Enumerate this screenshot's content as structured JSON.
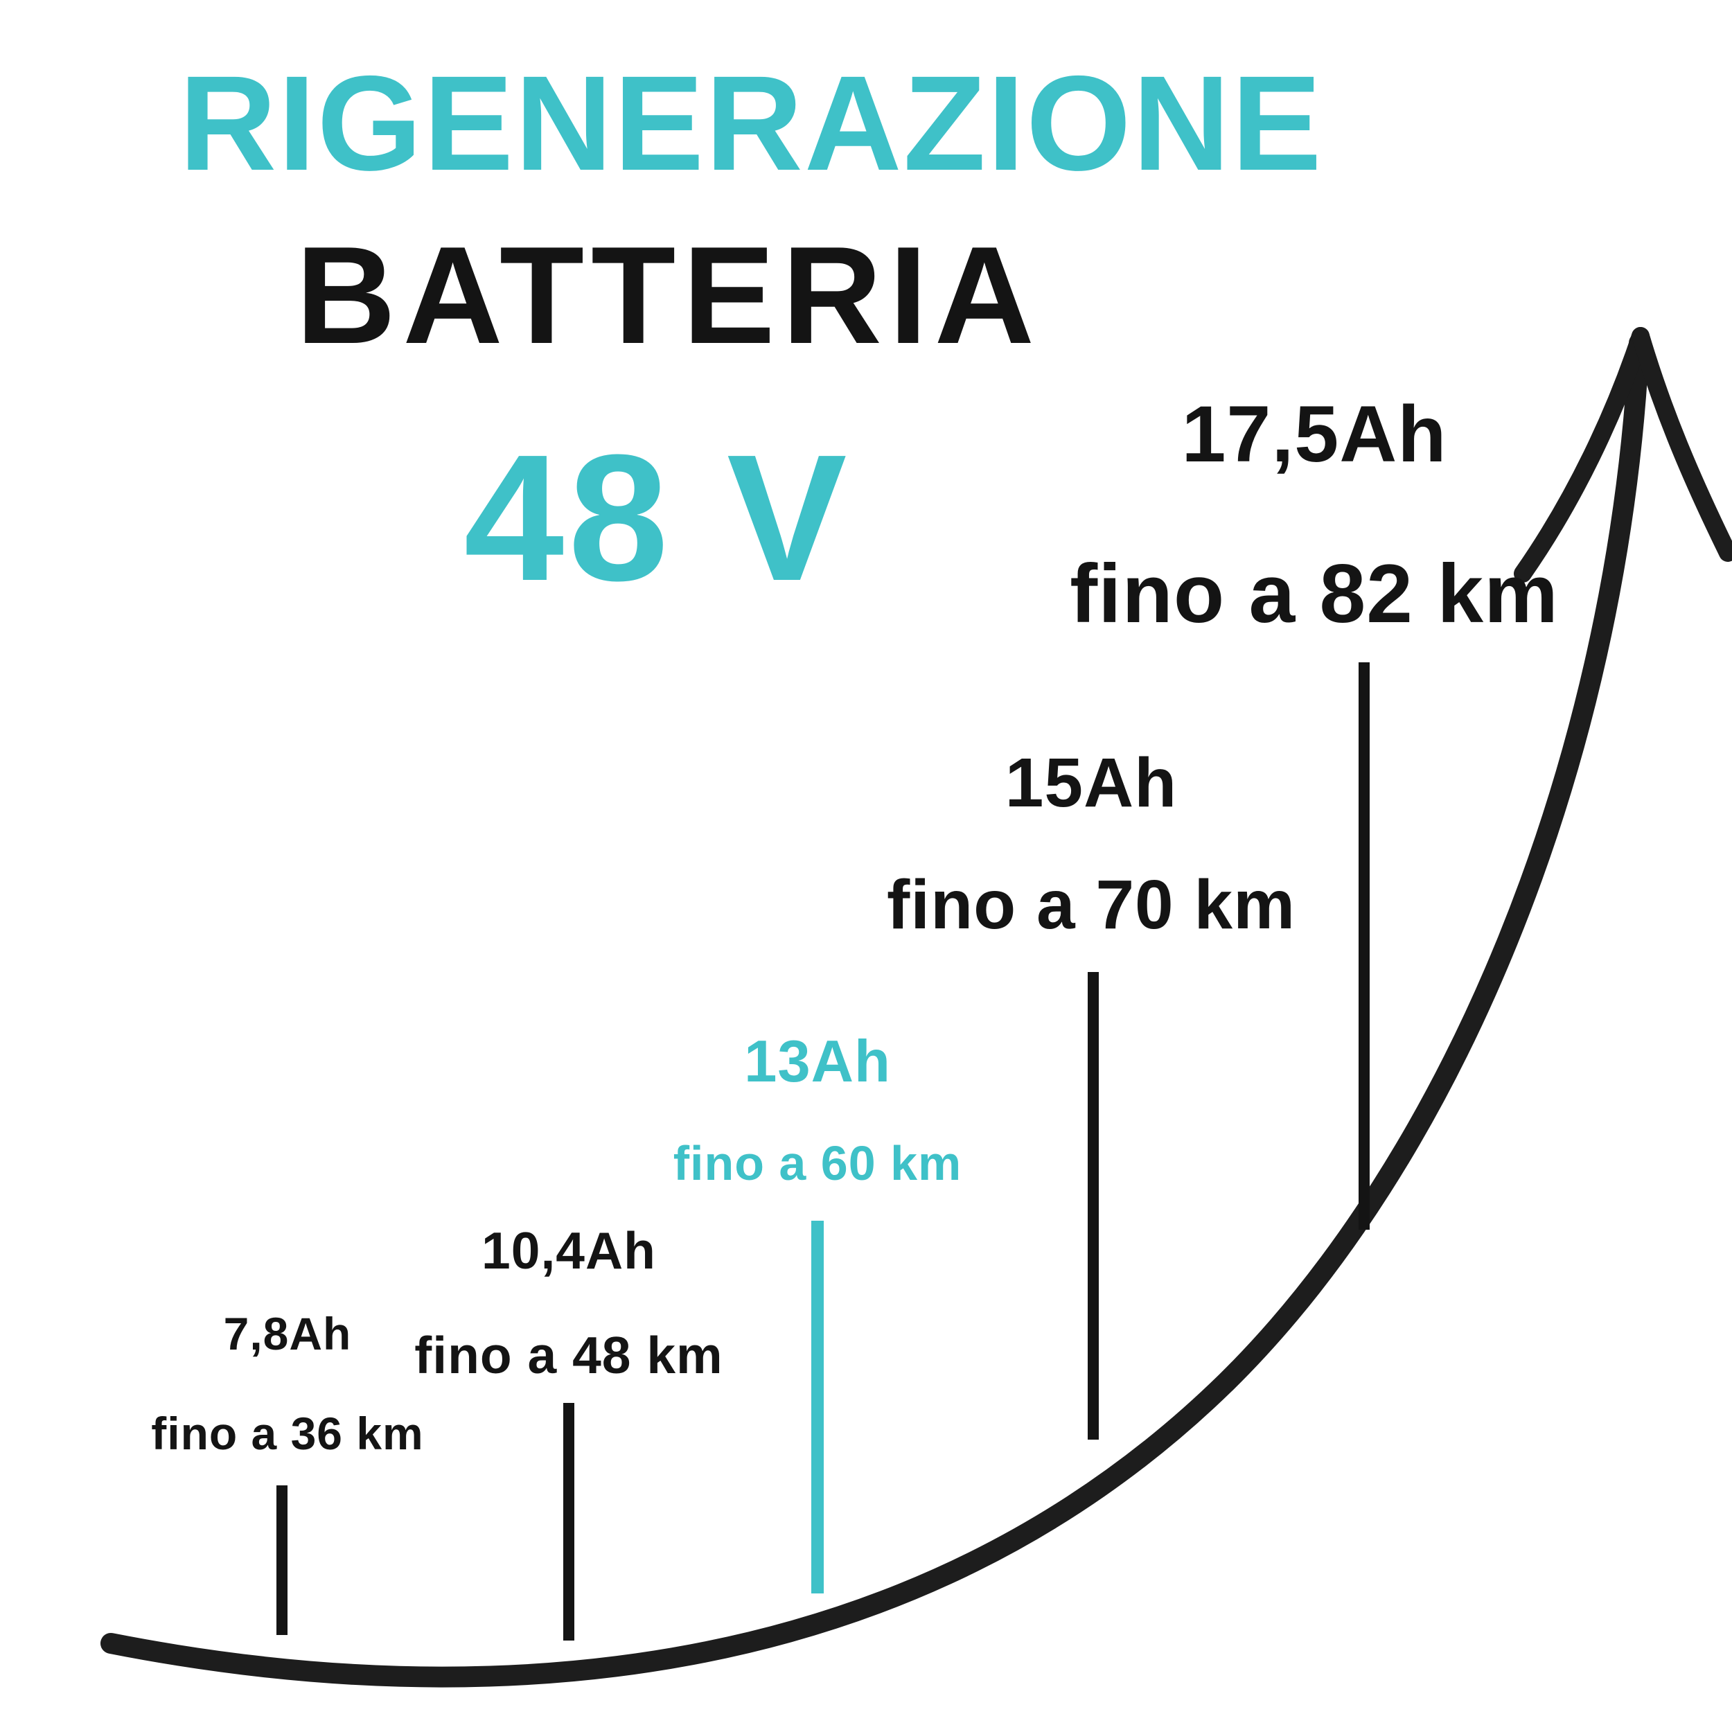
{
  "title": {
    "brand_line": "RIGENERAZIONE",
    "subject_line": "BATTERIA",
    "voltage": "48 V"
  },
  "colors": {
    "accent": "#3FC1C8",
    "ink": "#141414",
    "background": "#FFFFFF"
  },
  "chart_data": {
    "type": "line",
    "title": "RIGENERAZIONE BATTERIA 48 V",
    "categories": [
      "7,8Ah",
      "10,4Ah",
      "13Ah",
      "15Ah",
      "17,5Ah"
    ],
    "values": [
      36,
      48,
      60,
      70,
      82
    ],
    "annotations": [
      "fino a 36 km",
      "fino a 48 km",
      "fino a 60 km",
      "fino a 70 km",
      "fino a 82 km"
    ],
    "highlighted_point": "13Ah",
    "style": "ascending-arrow-infographic",
    "grid": false,
    "legend": false
  },
  "steps": [
    {
      "capacity": "7,8Ah",
      "range": "fino a 36 km",
      "highlight": false
    },
    {
      "capacity": "10,4Ah",
      "range": "fino a 48 km",
      "highlight": false
    },
    {
      "capacity": "13Ah",
      "range": "fino a 60 km",
      "highlight": true
    },
    {
      "capacity": "15Ah",
      "range": "fino a 70 km",
      "highlight": false
    },
    {
      "capacity": "17,5Ah",
      "range": "fino a 82 km",
      "highlight": false
    }
  ]
}
